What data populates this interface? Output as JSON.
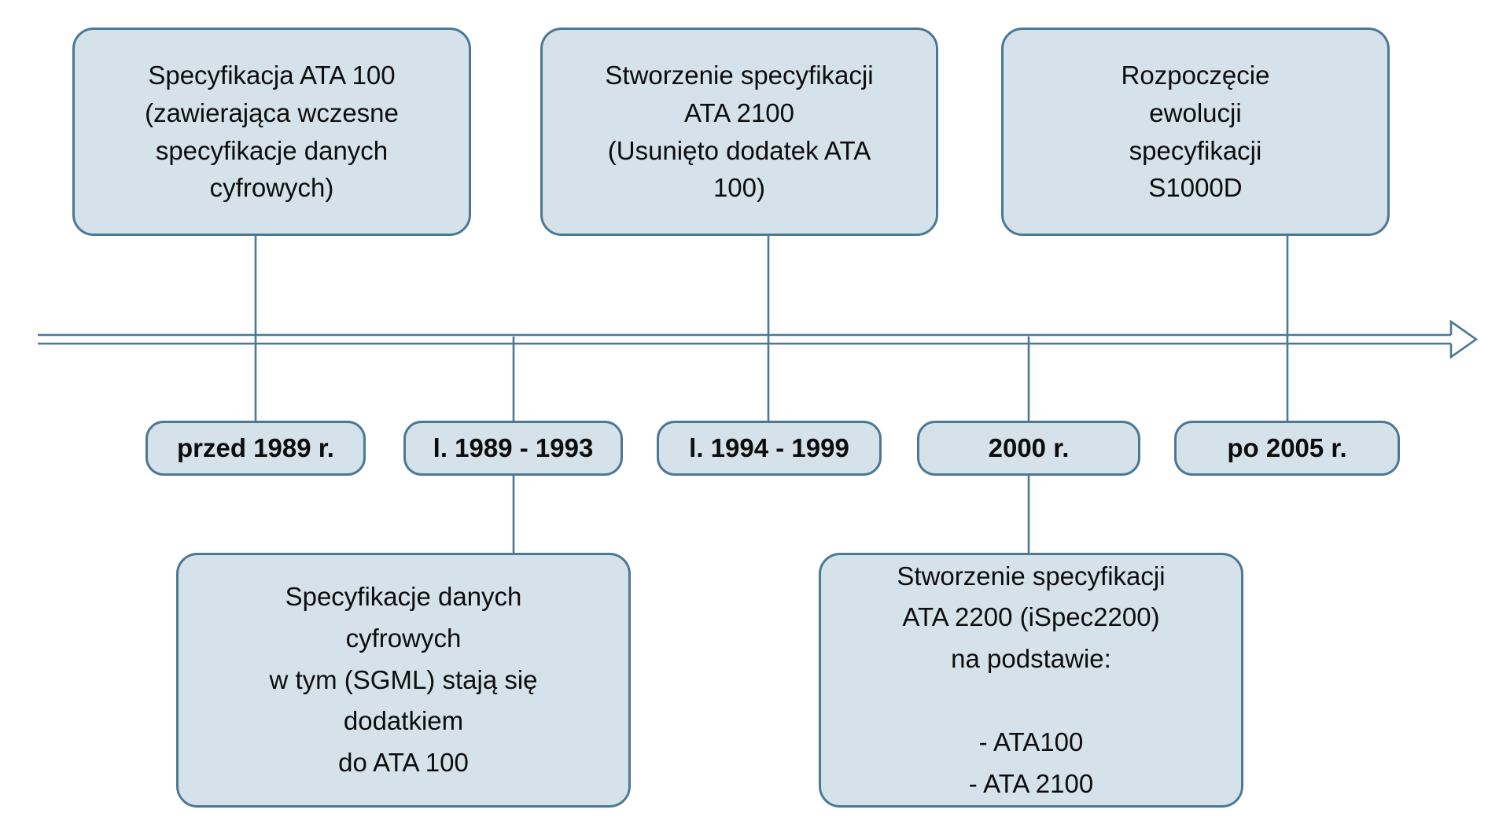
{
  "colors": {
    "background": "#ffffff",
    "box_fill": "#d6e2e9",
    "box_border": "#4a7895",
    "line": "#4a7895",
    "text": "#0d0d0d"
  },
  "timeline": {
    "type": "timeline",
    "axis": "horizontal-arrow-left-to-right",
    "date_labels": [
      {
        "text": "przed 1989 r."
      },
      {
        "text": "l. 1989 - 1993"
      },
      {
        "text": "l. 1994 - 1999"
      },
      {
        "text": "2000 r."
      },
      {
        "text": "po 2005 r."
      }
    ],
    "events_above_axis": [
      {
        "text": "Specyfikacja ATA 100\n(zawierająca wczesne\nspecyfikacje danych\ncyfrowych)",
        "connected_date": "przed 1989 r."
      },
      {
        "text": "Stworzenie specyfikacji\nATA 2100\n(Usunięto dodatek ATA\n100)",
        "connected_date": "l. 1994 - 1999"
      },
      {
        "text": "Rozpoczęcie\newolucji\nspecyfikacji\nS1000D",
        "connected_date": "po 2005 r."
      }
    ],
    "events_below_axis": [
      {
        "text": "Specyfikacje danych\ncyfrowych\nw tym (SGML) stają się\ndodatkiem\ndo ATA 100",
        "connected_date": "l. 1989 - 1993"
      },
      {
        "text": "Stworzenie specyfikacji\nATA 2200 (iSpec2200)\nna podstawie:\n\n- ATA100\n- ATA 2100",
        "connected_date": "2000 r."
      }
    ]
  }
}
